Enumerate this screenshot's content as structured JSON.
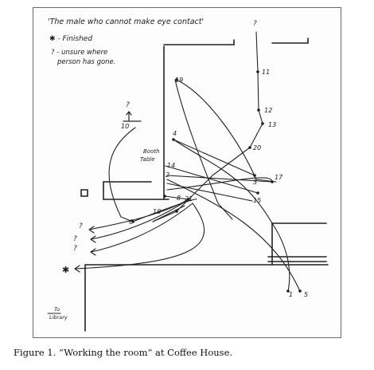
{
  "figure": {
    "title": "'The male who cannot make eye contact'",
    "legend": {
      "finished": "✱ - Finished",
      "unsure_line1": "? - unsure where",
      "unsure_line2": "person has gone."
    },
    "labels": {
      "booth_table": "Booth",
      "booth_table_2": "Table",
      "to_library_1": "To",
      "to_library_2": "Library"
    },
    "stop_numbers": [
      "1",
      "2",
      "3",
      "4",
      "5",
      "6",
      "8",
      "10",
      "11",
      "12",
      "13",
      "14",
      "15",
      "17",
      "18",
      "19",
      "20",
      "21"
    ],
    "marks": {
      "question": "?",
      "star": "✱"
    }
  },
  "caption": {
    "number": "Figure 1.",
    "text": "“Working the room” at Coffee House."
  }
}
